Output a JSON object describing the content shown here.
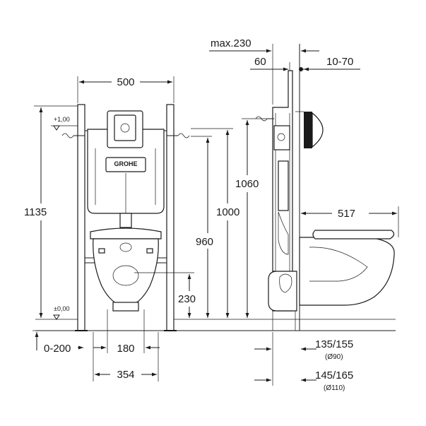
{
  "brand_logo": "GROHE",
  "colors": {
    "line": "#1a1a1a",
    "background": "#ffffff"
  },
  "front_view": {
    "width": "500",
    "height": "1135",
    "level_top": "+1,00",
    "level_floor": "±0,00",
    "height_1060": "1060",
    "height_1000": "1000",
    "height_960": "960",
    "height_230": "230",
    "offset_floor": "0-200",
    "bolt_spacing": "180",
    "foot_spacing": "354"
  },
  "side_view": {
    "max_depth": "max.230",
    "frame_depth": "60",
    "wall_range": "10-70",
    "bowl_length": "517",
    "drain_90": "135/155",
    "drain_90_dia": "(Ø90)",
    "drain_110": "145/165",
    "drain_110_dia": "(Ø110)"
  }
}
